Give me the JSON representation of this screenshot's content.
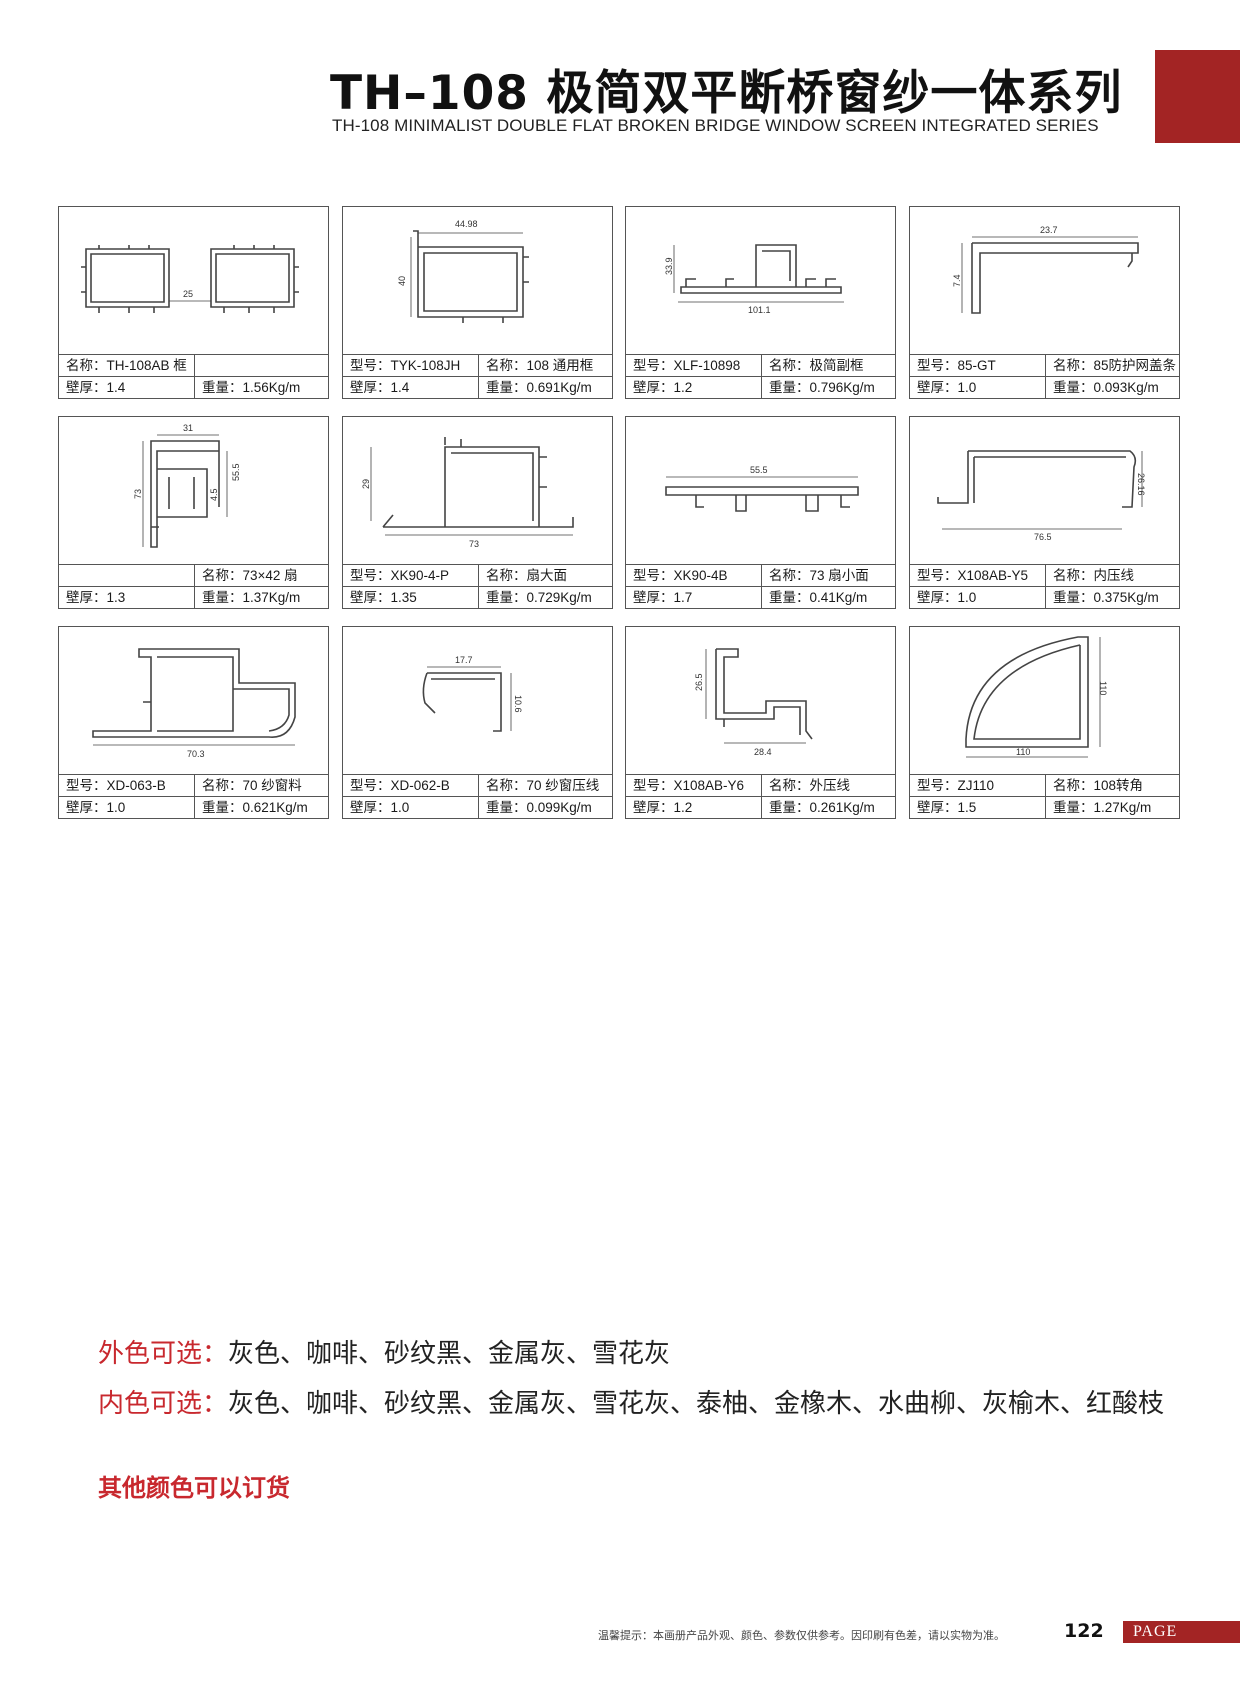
{
  "header": {
    "title": "TH–108 极简双平断桥窗纱一体系列",
    "subtitle": "TH-108 MINIMALIST DOUBLE FLAT BROKEN BRIDGE WINDOW SCREEN INTEGRATED SERIES"
  },
  "profiles": [
    {
      "r1l": "名称：TH-108AB 框",
      "r1r": "",
      "r2l": "壁厚：1.4",
      "r2r": "重量：1.56Kg/m",
      "dims": [
        "25"
      ]
    },
    {
      "r1l": "型号：TYK-108JH",
      "r1r": "名称：108 通用框",
      "r2l": "壁厚：1.4",
      "r2r": "重量：0.691Kg/m",
      "dims": [
        "44.98",
        "40"
      ]
    },
    {
      "r1l": "型号：XLF-10898",
      "r1r": "名称：极简副框",
      "r2l": "壁厚：1.2",
      "r2r": "重量：0.796Kg/m",
      "dims": [
        "33.9",
        "101.1"
      ]
    },
    {
      "r1l": "型号：85-GT",
      "r1r": "名称：85防护网盖条",
      "r2l": "壁厚：1.0",
      "r2r": "重量：0.093Kg/m",
      "dims": [
        "23.7",
        "7.4"
      ]
    },
    {
      "r1l": "",
      "r1r": "名称：73×42 扇",
      "r2l": "壁厚：1.3",
      "r2r": "重量：1.37Kg/m",
      "dims": [
        "31",
        "73",
        "55.5",
        "4.5"
      ]
    },
    {
      "r1l": "型号：XK90-4-P",
      "r1r": "名称：扇大面",
      "r2l": "壁厚：1.35",
      "r2r": "重量：0.729Kg/m",
      "dims": [
        "29",
        "73"
      ]
    },
    {
      "r1l": "型号：XK90-4B",
      "r1r": "名称：73 扇小面",
      "r2l": "壁厚：1.7",
      "r2r": "重量：0.41Kg/m",
      "dims": [
        "55.5"
      ]
    },
    {
      "r1l": "型号：X108AB-Y5",
      "r1r": "名称：内压线",
      "r2l": "壁厚：1.0",
      "r2r": "重量：0.375Kg/m",
      "dims": [
        "26.16",
        "76.5"
      ]
    },
    {
      "r1l": "型号：XD-063-B",
      "r1r": "名称：70 纱窗料",
      "r2l": "壁厚：1.0",
      "r2r": "重量：0.621Kg/m",
      "dims": [
        "70.3"
      ]
    },
    {
      "r1l": "型号：XD-062-B",
      "r1r": "名称：70 纱窗压线",
      "r2l": "壁厚：1.0",
      "r2r": "重量：0.099Kg/m",
      "dims": [
        "17.7",
        "10.6"
      ]
    },
    {
      "r1l": "型号：X108AB-Y6",
      "r1r": "名称：外压线",
      "r2l": "壁厚：1.2",
      "r2r": "重量：0.261Kg/m",
      "dims": [
        "26.5",
        "28.4"
      ]
    },
    {
      "r1l": "型号：ZJ110",
      "r1r": "名称：108转角",
      "r2l": "壁厚：1.5",
      "r2r": "重量：1.27Kg/m",
      "dims": [
        "110",
        "110"
      ]
    }
  ],
  "colors": {
    "outer_label": "外色可选：",
    "outer_values": "灰色、咖啡、砂纹黑、金属灰、雪花灰",
    "inner_label": "内色可选：",
    "inner_values": "灰色、咖啡、砂纹黑、金属灰、雪花灰、泰柚、金橡木、水曲柳、灰榆木、红酸枝",
    "order_note": "其他颜色可以订货"
  },
  "footer": {
    "disclaimer": "温馨提示：本画册产品外观、颜色、参数仅供参考。因印刷有色差，请以实物为准。",
    "page_number": "122",
    "page_label": "PAGE"
  },
  "accent_color": "#a32424",
  "label_red": "#c8282e"
}
